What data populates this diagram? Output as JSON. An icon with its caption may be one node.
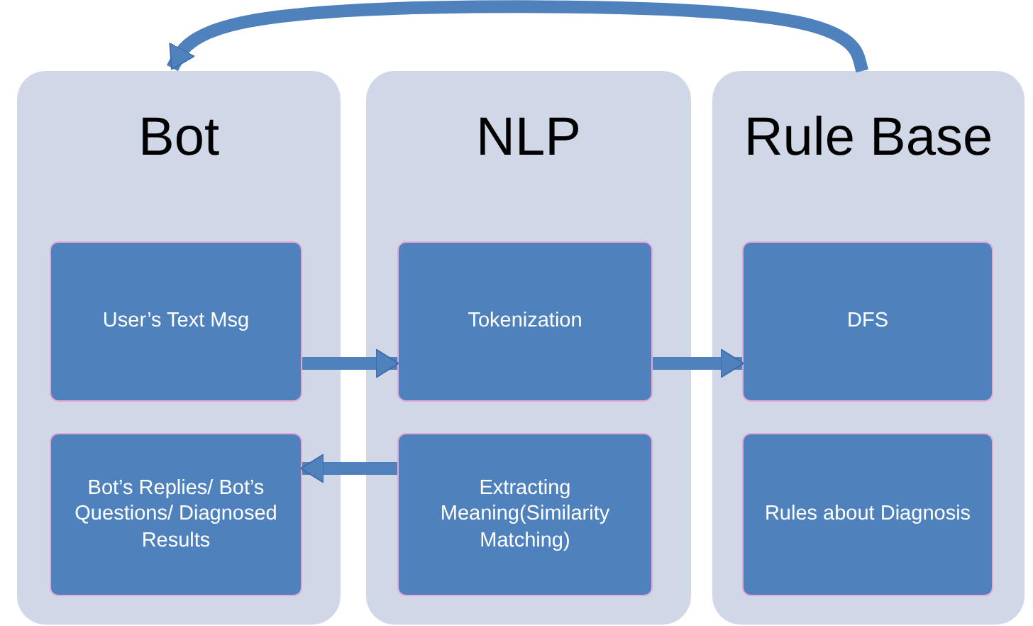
{
  "diagram": {
    "nodes": [
      {
        "text": [
          "Bot"
        ]
      },
      {
        "text": [
          "User’s Text Msg"
        ],
        "in": 0
      },
      {
        "text": [
          "Bot’s Replies/ Bot’s Questions/ Diagnosed Results"
        ],
        "in": 0
      },
      {
        "text": [
          "NLP"
        ]
      },
      {
        "text": [
          "Tokenization"
        ],
        "in": 3
      },
      {
        "text": [
          "Extracting Meaning(Similarity Matching)"
        ],
        "in": 3
      },
      {
        "text": [
          "Rule Base"
        ]
      },
      {
        "text": [
          "DFS"
        ],
        "in": 6
      },
      {
        "text": [
          "Rules about Diagnosis"
        ],
        "in": 6
      }
    ],
    "edges": [
      {
        "from": 1,
        "to": 4,
        "arrow": "to"
      },
      {
        "from": 4,
        "to": 7,
        "arrow": "to"
      },
      {
        "from": 5,
        "to": 2,
        "arrow": "to"
      },
      {
        "from": 6,
        "to": 0,
        "arrow": "to"
      }
    ]
  }
}
